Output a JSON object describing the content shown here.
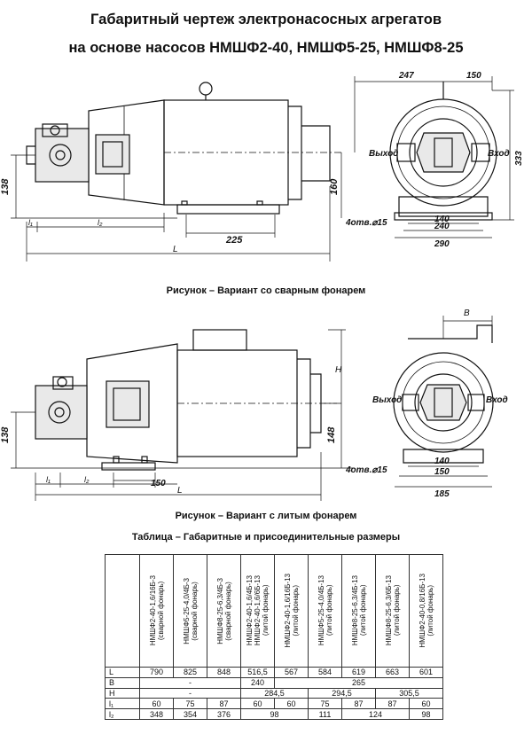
{
  "title_lines": [
    "Габаритный чертеж электронасосных агрегатов",
    "на основе насосов НМШФ2-40, НМШФ5-25, НМШФ8-25"
  ],
  "figure1": {
    "caption": "Рисунок – Вариант со сварным фонарем",
    "dims": {
      "d247": "247",
      "d150": "150",
      "d333": "333",
      "d138": "138",
      "d160": "160",
      "d225": "225",
      "l1": "l₁",
      "l2": "l₂",
      "L": "L",
      "holes": "4отв.⌀15",
      "d140": "140",
      "d240": "240",
      "d290": "290"
    },
    "labels": {
      "out": "Выход",
      "in": "Вход"
    }
  },
  "figure2": {
    "caption": "Рисунок – Вариант с литым фонарем",
    "dims": {
      "B": "B",
      "H": "H",
      "d138": "138",
      "d148": "148",
      "d150a": "150",
      "l1": "l₁",
      "l2": "l₂",
      "L": "L",
      "holes": "4отв.⌀15",
      "d140": "140",
      "d150": "150",
      "d185": "185"
    },
    "labels": {
      "out": "Выход",
      "in": "Вход"
    }
  },
  "table": {
    "caption": "Таблица – Габаритные и присоединительные размеры",
    "columns": [
      "НМШФ2-40-1,6/16Б-3\n(сварной фонарь)",
      "НМШФ5-25-4,0/4Б-3\n(сварной фонарь)",
      "НМШФ8-25-6,3/4Б-3\n(сварной фонарь)",
      "НМШФ2-40-1,6/4Б-13\nНМШФ2-40-1,6/6Б-13\n(литой фонарь)",
      "НМШФ2-40-1,6/16Б-13\n(литой фонарь)",
      "НМШФ5-25-4,0/4Б-13\n(литой фонарь)",
      "НМШФ8-25-6,3/4Б-13\n(литой фонарь)",
      "НМШФ8-25-6,3/6Б-13\n(литой фонарь)",
      "НМШФ2-40-0,8/16Б-13\n(литой фонарь)"
    ],
    "rows": [
      {
        "label": "L",
        "cells": [
          {
            "t": "790",
            "s": 1
          },
          {
            "t": "825",
            "s": 1
          },
          {
            "t": "848",
            "s": 1
          },
          {
            "t": "516,5",
            "s": 1
          },
          {
            "t": "567",
            "s": 1
          },
          {
            "t": "584",
            "s": 1
          },
          {
            "t": "619",
            "s": 1
          },
          {
            "t": "663",
            "s": 1
          },
          {
            "t": "601",
            "s": 1
          }
        ]
      },
      {
        "label": "B",
        "cells": [
          {
            "t": "-",
            "s": 3
          },
          {
            "t": "240",
            "s": 1
          },
          {
            "t": "265",
            "s": 5
          }
        ]
      },
      {
        "label": "H",
        "cells": [
          {
            "t": "-",
            "s": 3
          },
          {
            "t": "284,5",
            "s": 2
          },
          {
            "t": "294,5",
            "s": 2
          },
          {
            "t": "305,5",
            "s": 2
          }
        ]
      },
      {
        "label": "l₁",
        "cells": [
          {
            "t": "60",
            "s": 1
          },
          {
            "t": "75",
            "s": 1
          },
          {
            "t": "87",
            "s": 1
          },
          {
            "t": "60",
            "s": 1
          },
          {
            "t": "60",
            "s": 1
          },
          {
            "t": "75",
            "s": 1
          },
          {
            "t": "87",
            "s": 1
          },
          {
            "t": "87",
            "s": 1
          },
          {
            "t": "60",
            "s": 1
          }
        ]
      },
      {
        "label": "l₂",
        "cells": [
          {
            "t": "348",
            "s": 1
          },
          {
            "t": "354",
            "s": 1
          },
          {
            "t": "376",
            "s": 1
          },
          {
            "t": "98",
            "s": 2
          },
          {
            "t": "111",
            "s": 1
          },
          {
            "t": "124",
            "s": 2
          },
          {
            "t": "98",
            "s": 1
          }
        ]
      }
    ]
  }
}
